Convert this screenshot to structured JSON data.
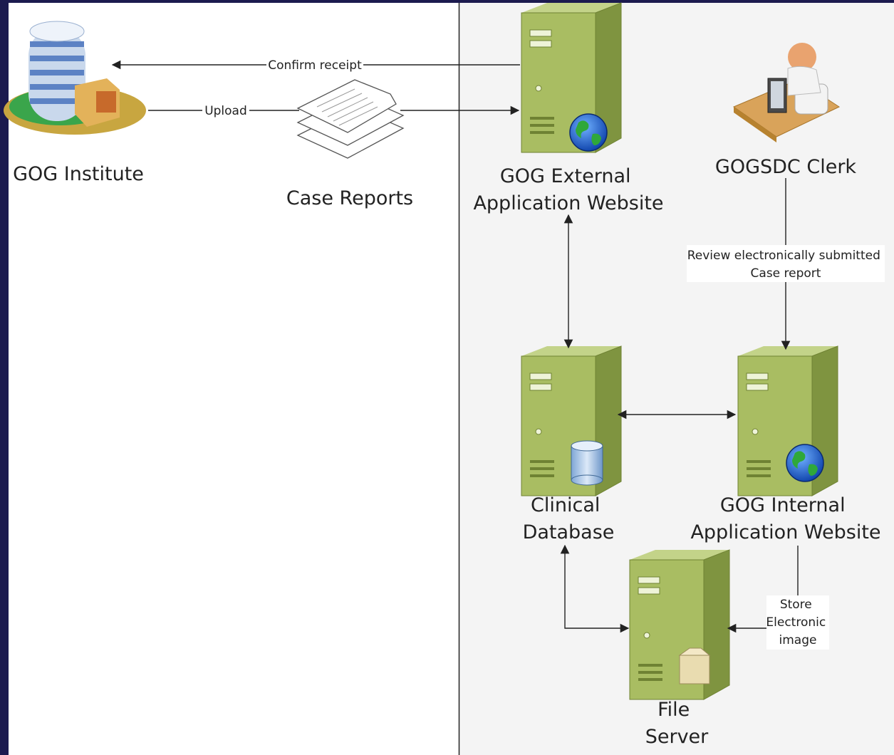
{
  "nodes": {
    "institute": "GOG Institute",
    "case_reports": "Case Reports",
    "external_site": [
      "GOG External",
      "Application Website"
    ],
    "clerk": "GOGSDC Clerk",
    "clinical_db": [
      "Clinical",
      "Database"
    ],
    "internal_site": [
      "GOG Internal",
      "Application Website"
    ],
    "file_server": [
      "File",
      "Server"
    ]
  },
  "edges": {
    "confirm_receipt": "Confirm receipt",
    "upload": "Upload",
    "review": [
      "Review electronically submitted",
      "Case report"
    ],
    "store": [
      "Store",
      "Electronic",
      "image"
    ]
  },
  "colors": {
    "background": "#1c1b4f",
    "server_front": "#a9bd62",
    "server_side": "#7f9440"
  }
}
